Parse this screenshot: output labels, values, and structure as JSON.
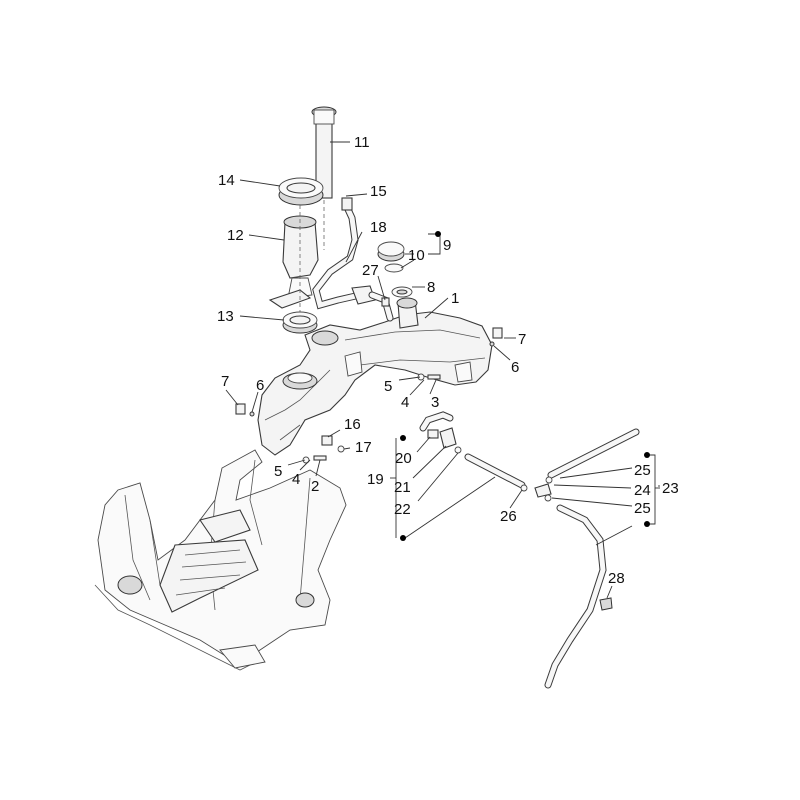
{
  "callouts": {
    "c1": "1",
    "c2": "2",
    "c3": "3",
    "c4a": "4",
    "c4b": "4",
    "c5a": "5",
    "c5b": "5",
    "c6a": "6",
    "c6b": "6",
    "c7a": "7",
    "c7b": "7",
    "c8": "8",
    "c9": "9",
    "c10": "10",
    "c11": "11",
    "c12": "12",
    "c13": "13",
    "c14": "14",
    "c15": "15",
    "c16": "16",
    "c17": "17",
    "c18": "18",
    "c19": "19",
    "c20": "20",
    "c21": "21",
    "c22": "22",
    "c23": "23",
    "c24": "24",
    "c25a": "25",
    "c25b": "25",
    "c26": "26",
    "c27": "27",
    "c28": "28"
  }
}
